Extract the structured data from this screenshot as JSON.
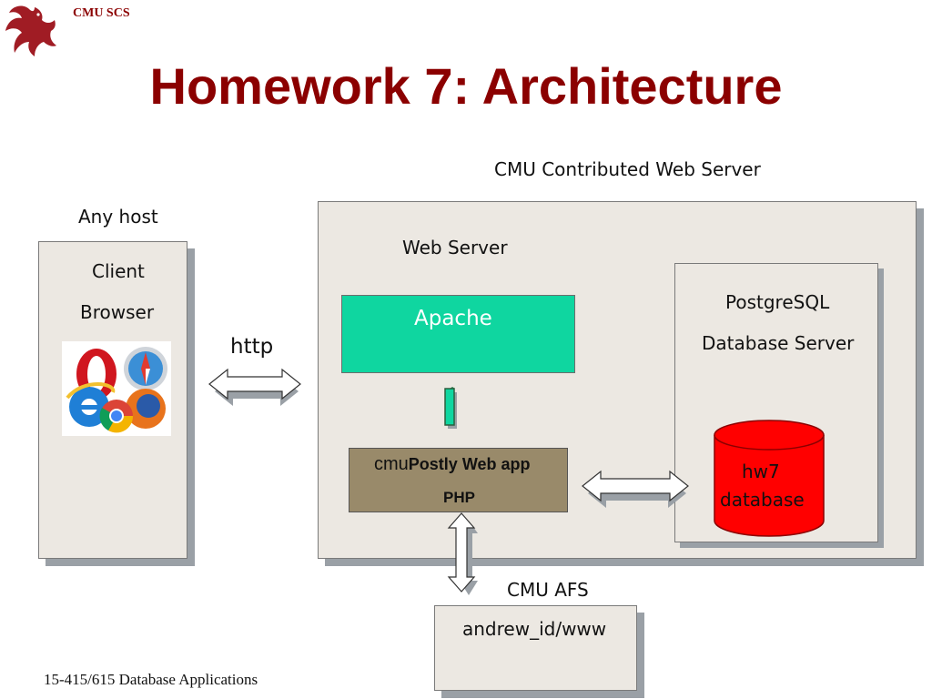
{
  "header": {
    "brand": "CMU SCS",
    "title": "Homework 7: Architecture"
  },
  "labels": {
    "server_caption": "CMU Contributed Web Server",
    "any_host": "Any host",
    "client": "Client",
    "browser": "Browser",
    "http": "http",
    "web_server": "Web Server",
    "apache": "Apache",
    "app_prefix": "cmu",
    "app_name": "Postly Web app",
    "php": "PHP",
    "postgres": "PostgreSQL",
    "db_server": "Database Server",
    "hw7": "hw7",
    "database": "database",
    "afs": "CMU AFS",
    "andrew": "andrew_id/www"
  },
  "footer": {
    "course": "15-415/615 Database Applications"
  },
  "colors": {
    "title": "#8b0000",
    "apache": "#0fd6a0",
    "app": "#998a6a",
    "database": "#ff0000",
    "panel": "#ece8e2"
  },
  "icons": [
    "dragon-logo",
    "browser-logos-icon"
  ]
}
